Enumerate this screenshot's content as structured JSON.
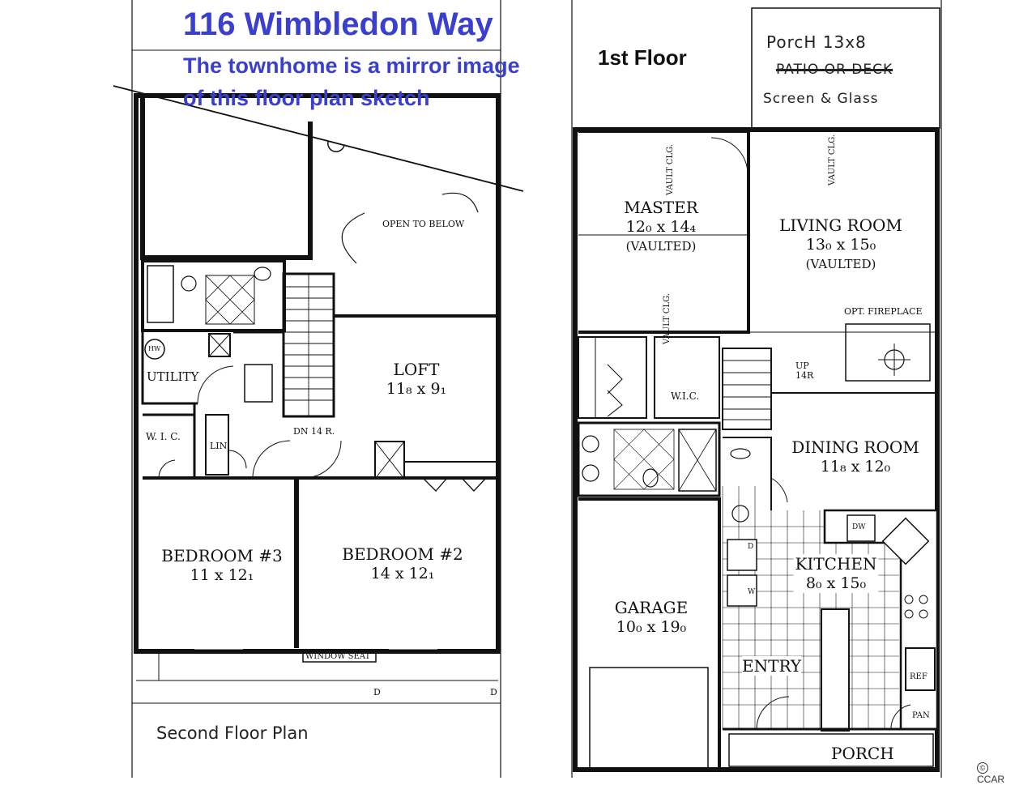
{
  "title": "116 Wimbledon Way",
  "subtitle_line1": "The townhome is a mirror image",
  "subtitle_line2": "of this floor plan sketch",
  "first_floor_label": "1st Floor",
  "second_floor_label": "Second Floor Plan",
  "annotation": {
    "porch": "PorcH 13x8",
    "patio": "PATIO OR DECK",
    "screen": "Screen & Glass"
  },
  "second_floor": {
    "open_to_below": "OPEN TO BELOW",
    "loft": {
      "name": "LOFT",
      "dim": "11₈ x 9₁"
    },
    "utility": "UTILITY",
    "hw": "HW",
    "wic": "W. I. C.",
    "lin": "LIN",
    "stairs": "DN 14 R.",
    "bedroom3": {
      "name": "BEDROOM #3",
      "dim": "11 x 12₁"
    },
    "bedroom2": {
      "name": "BEDROOM #2",
      "dim": "14 x 12₁"
    },
    "window_seat": "WINDOW SEAT",
    "door_d1": "D",
    "door_d2": "D"
  },
  "first_floor": {
    "vault1": "VAULT CLG.",
    "vault2": "VAULT CLG.",
    "vault3": "VAULT CLG.",
    "master": {
      "name": "MASTER",
      "dim": "12₀ x 14₄",
      "note": "(VAULTED)"
    },
    "living": {
      "name": "LIVING ROOM",
      "dim": "13₀ x 15₀",
      "note": "(VAULTED)"
    },
    "fireplace": "OPT. FIREPLACE",
    "stairs": "UP 14R",
    "wic": "W.I.C.",
    "dining": {
      "name": "DINING ROOM",
      "dim": "11₈ x 12₀"
    },
    "kitchen": {
      "name": "KITCHEN",
      "dim": "8₀ x 15₀"
    },
    "dw": "DW",
    "dryer": "D",
    "washer": "W",
    "garage": {
      "name": "GARAGE",
      "dim": "10₀ x 19₀"
    },
    "entry": "ENTRY",
    "ref": "REF",
    "pan": "PAN",
    "porch": "PORCH"
  },
  "ccar": "CCAR",
  "colors": {
    "title": "#3a3fd0",
    "line": "#111111"
  }
}
